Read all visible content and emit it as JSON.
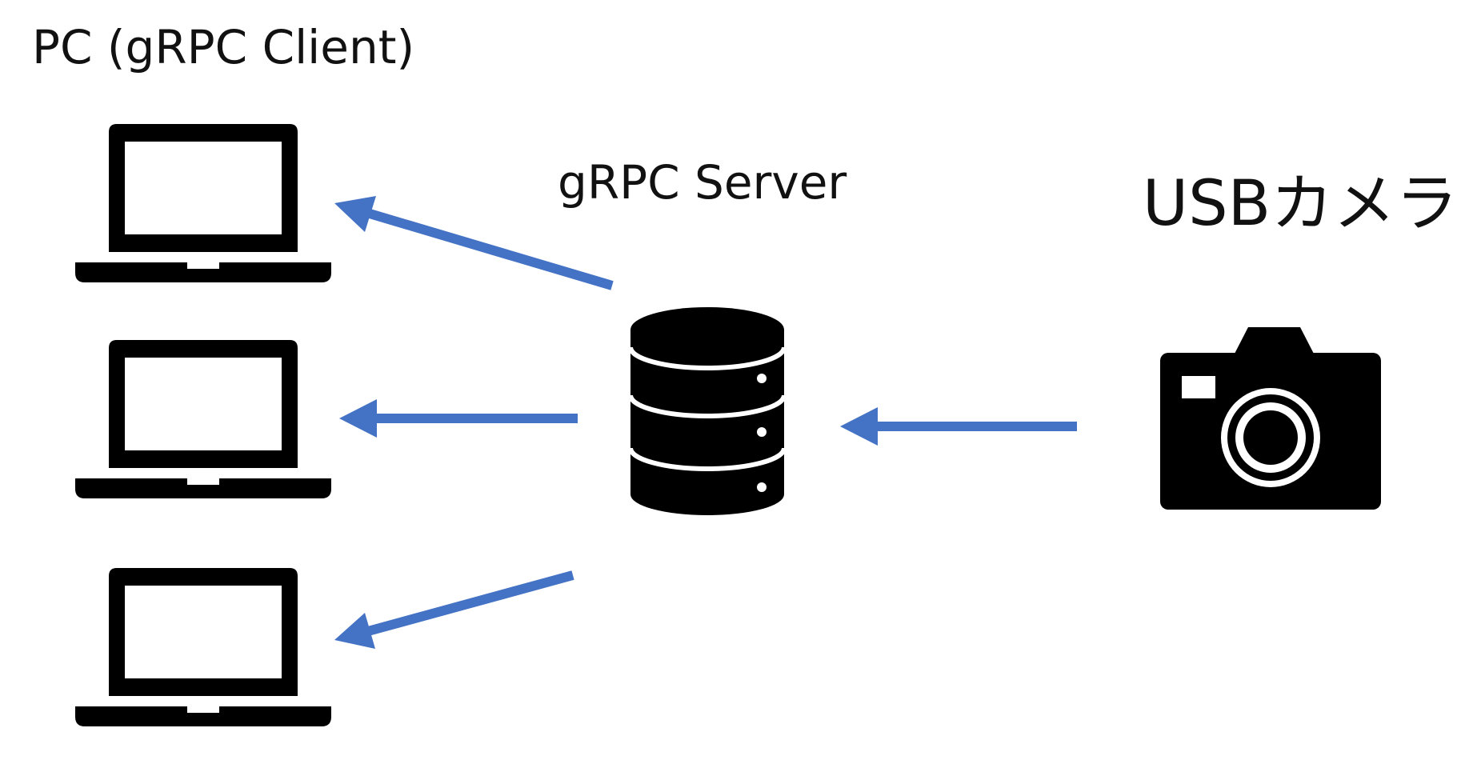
{
  "labels": {
    "clients": "PC (gRPC Client)",
    "server": "gRPC Server",
    "camera": "USBカメラ"
  },
  "colors": {
    "arrow": "#4472c4",
    "icon": "#000000",
    "background": "#ffffff"
  },
  "icons": {
    "clients": [
      "laptop-icon",
      "laptop-icon",
      "laptop-icon"
    ],
    "server": "database-icon",
    "camera": "camera-icon"
  }
}
